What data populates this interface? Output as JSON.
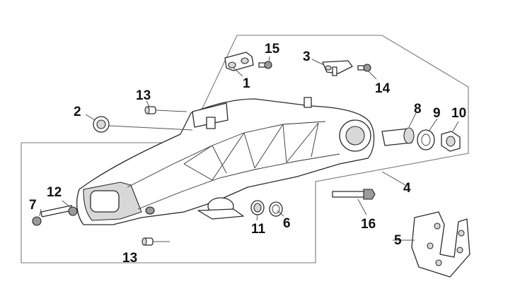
{
  "diagram": {
    "callouts": [
      {
        "id": "1",
        "text": "1"
      },
      {
        "id": "2",
        "text": "2"
      },
      {
        "id": "3",
        "text": "3"
      },
      {
        "id": "4",
        "text": "4"
      },
      {
        "id": "5",
        "text": "5"
      },
      {
        "id": "6",
        "text": "6"
      },
      {
        "id": "7",
        "text": "7"
      },
      {
        "id": "8",
        "text": "8"
      },
      {
        "id": "9",
        "text": "9"
      },
      {
        "id": "10",
        "text": "10"
      },
      {
        "id": "11",
        "text": "11"
      },
      {
        "id": "12",
        "text": "12"
      },
      {
        "id": "13a",
        "text": "13"
      },
      {
        "id": "13b",
        "text": "13"
      },
      {
        "id": "14",
        "text": "14"
      },
      {
        "id": "15",
        "text": "15"
      },
      {
        "id": "16",
        "text": "16"
      }
    ]
  }
}
